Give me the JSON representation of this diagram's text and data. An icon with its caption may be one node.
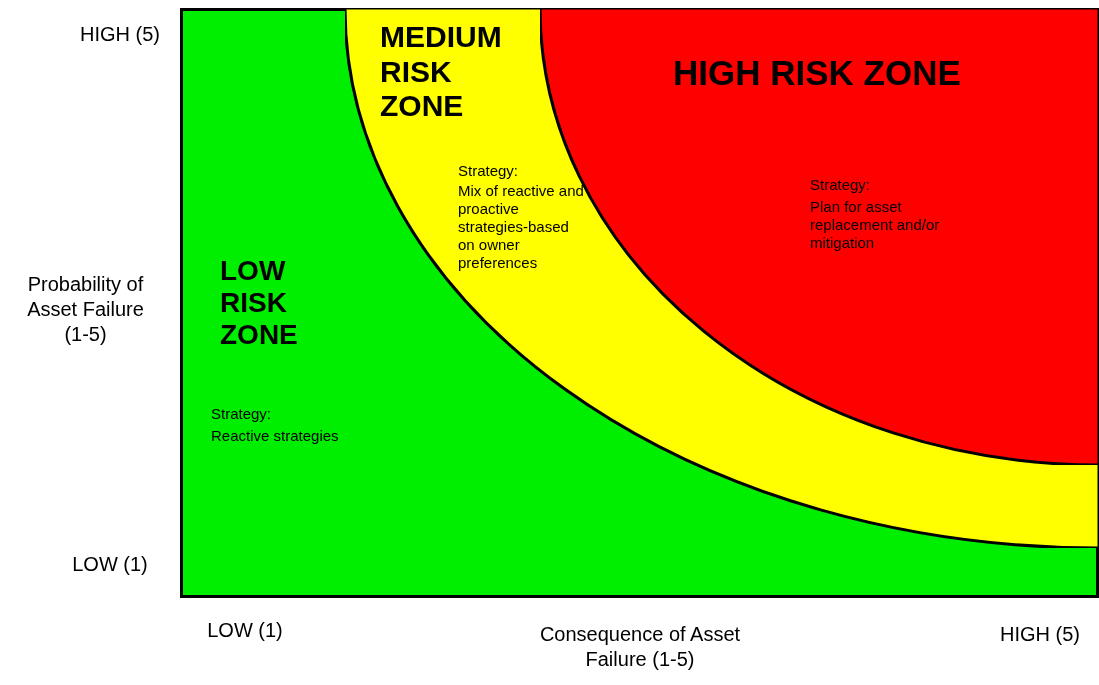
{
  "diagram": {
    "nodes": [
      {
        "text": [
          "LOW RISK ZONE",
          "Strategy:",
          "Reactive strategies"
        ]
      },
      {
        "text": [
          "MEDIUM RISK ZONE",
          "Strategy:",
          "Mix of reactive and proactive strategies-based on owner preferences"
        ],
        "in": 0
      },
      {
        "text": [
          "HIGH RISK ZONE",
          "Strategy:",
          "Plan for asset replacement and/or mitigation"
        ],
        "in": 1
      }
    ],
    "edges": [],
    "labels": [
      "HIGH (5)",
      "Probability of Asset Failure (1-5)",
      "LOW (1)",
      "LOW (1)",
      "Consequence of Asset Failure (1-5)",
      "HIGH (5)"
    ]
  }
}
